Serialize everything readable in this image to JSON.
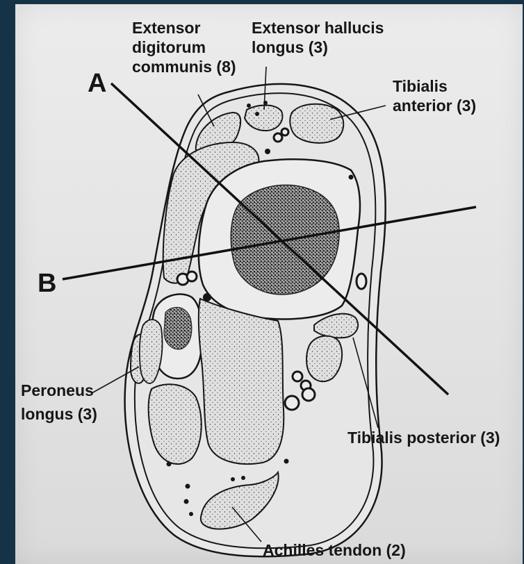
{
  "labels": {
    "extensor_digitorum": [
      "Extensor",
      "digitorum",
      "communis (8)"
    ],
    "extensor_hallucis": [
      "Extensor hallucis",
      "longus (3)"
    ],
    "tibialis_anterior": [
      "Tibialis",
      "anterior (3)"
    ],
    "peroneus_longus": [
      "Peroneus",
      "longus (3)"
    ],
    "tibialis_posterior": "Tibialis posterior (3)",
    "achilles_tendon": "Achilles tendon (2)",
    "line_a": "A",
    "line_b": "B"
  },
  "colors": {
    "ink": "#161616",
    "paper": "#e6e6e6",
    "frame": "#163247"
  }
}
